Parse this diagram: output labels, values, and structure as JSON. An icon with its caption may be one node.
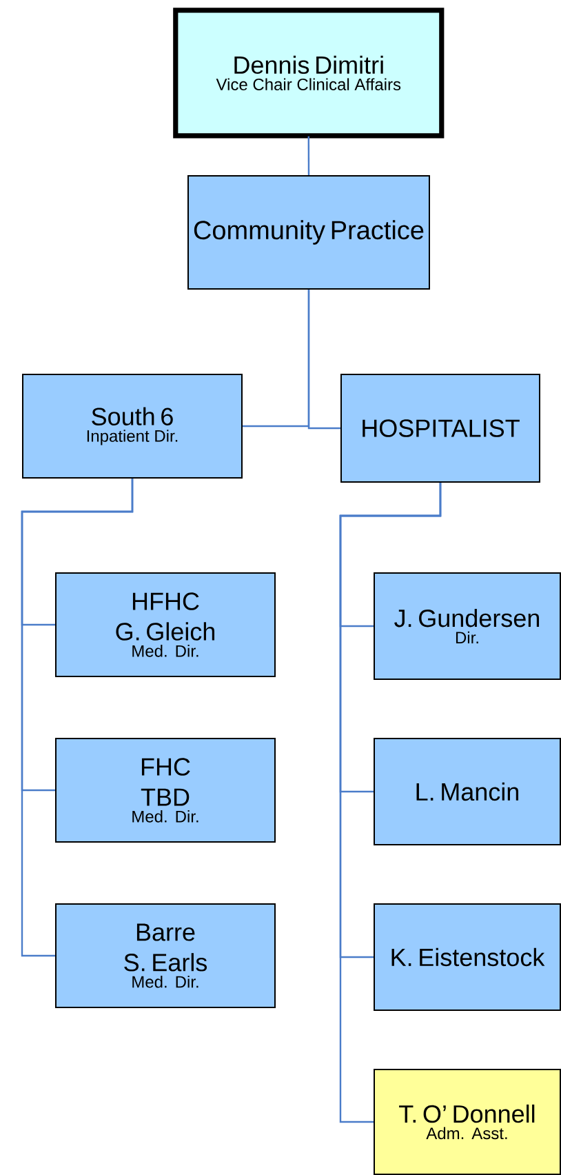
{
  "diagram": {
    "nodes": [
      {
        "text": [
          "Dennis Dimitri",
          "Vice Chair Clinical Affairs"
        ]
      },
      {
        "text": [
          "Community Practice"
        ]
      },
      {
        "text": [
          "South 6",
          "Inpatient Dir."
        ]
      },
      {
        "text": [
          "HOSPITALIST"
        ]
      },
      {
        "text": [
          "HFHC",
          "G. Gleich",
          "Med. Dir."
        ]
      },
      {
        "text": [
          "FHC",
          "TBD",
          "Med. Dir."
        ]
      },
      {
        "text": [
          "Barre",
          "S. Earls",
          "Med. Dir."
        ]
      },
      {
        "text": [
          "J. Gundersen",
          "Dir."
        ]
      },
      {
        "text": [
          "L. Mancin"
        ]
      },
      {
        "text": [
          "K. Eistenstock"
        ]
      },
      {
        "text": [
          "T. O’ Donnell",
          "Adm. Asst."
        ]
      }
    ],
    "edges": [
      {
        "from": 0,
        "to": 1,
        "arrow": "none"
      },
      {
        "from": 1,
        "to": 2,
        "arrow": "none"
      },
      {
        "from": 1,
        "to": 3,
        "arrow": "none"
      },
      {
        "from": 2,
        "to": 4,
        "arrow": "none"
      },
      {
        "from": 2,
        "to": 5,
        "arrow": "none"
      },
      {
        "from": 2,
        "to": 6,
        "arrow": "none"
      },
      {
        "from": 3,
        "to": 7,
        "arrow": "none"
      },
      {
        "from": 3,
        "to": 8,
        "arrow": "none"
      },
      {
        "from": 3,
        "to": 9,
        "arrow": "none"
      },
      {
        "from": 3,
        "to": 10,
        "arrow": "none"
      }
    ]
  }
}
